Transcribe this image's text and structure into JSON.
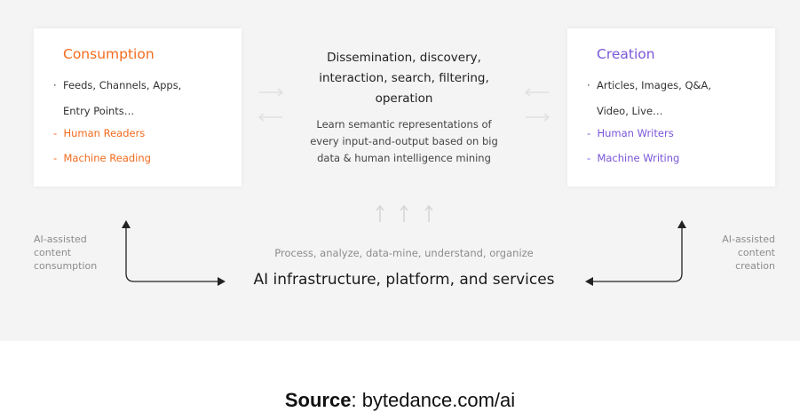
{
  "colors": {
    "consumption": "#f26b1d",
    "creation": "#7a55d9",
    "background": "#f4f4f4",
    "muted_text": "#8c8c8c"
  },
  "consumption": {
    "title": "Consumption",
    "bullet_line1": "Feeds, Channels, Apps,",
    "bullet_line2": "Entry Points…",
    "item1": "Human Readers",
    "item2": "Machine Reading"
  },
  "creation": {
    "title": "Creation",
    "bullet_line1": "Articles, Images, Q&A,",
    "bullet_line2": "Video, Live…",
    "item1": "Human Writers",
    "item2": "Machine Writing"
  },
  "center": {
    "title_line1": "Dissemination, discovery,",
    "title_line2": "interaction, search, filtering,",
    "title_line3": "operation",
    "sub_line1": "Learn semantic representations of",
    "sub_line2": "every input-and-output based on big",
    "sub_line3": "data & human intelligence mining"
  },
  "left_side_label": "AI-assisted\ncontent\nconsumption",
  "right_side_label": "AI-assisted\ncontent\ncreation",
  "process_text": "Process, analyze, data-mine, understand, organize",
  "infrastructure_text": "AI infrastructure, platform, and services",
  "source": {
    "label": "Source",
    "separator": ":",
    "value": " bytedance.com/ai"
  }
}
